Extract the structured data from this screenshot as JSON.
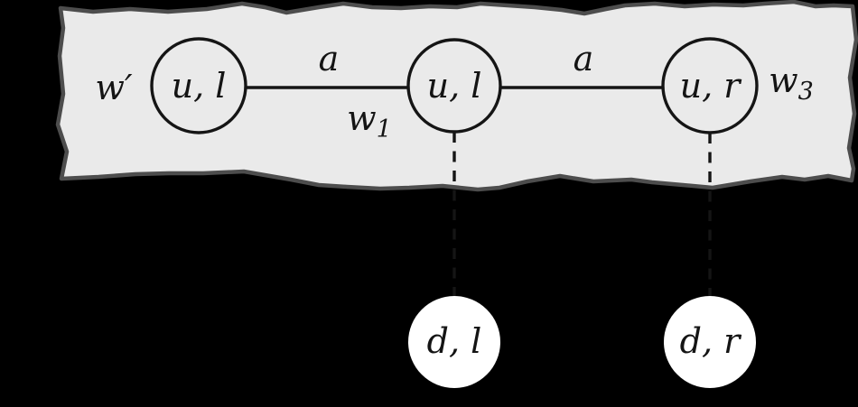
{
  "diagram": {
    "description_colors": {
      "background": "#000000",
      "paper_fill": "#eaeaea",
      "paper_border": "#4d4d4d",
      "ink": "#151515",
      "lower_node_fill": "#ffffff"
    },
    "upper_nodes": [
      {
        "id": "u1",
        "label": "u, l"
      },
      {
        "id": "u2",
        "label": "u, l"
      },
      {
        "id": "u3",
        "label": "u, r"
      }
    ],
    "lower_nodes": [
      {
        "id": "d1",
        "label": "d, l"
      },
      {
        "id": "d2",
        "label": "d, r"
      }
    ],
    "edge_labels": [
      {
        "label": "a"
      },
      {
        "label": "a"
      }
    ],
    "weight_labels": {
      "left": "w′",
      "middle": {
        "base": "w",
        "sub": "1"
      },
      "right": {
        "base": "w",
        "sub": "3"
      }
    }
  }
}
